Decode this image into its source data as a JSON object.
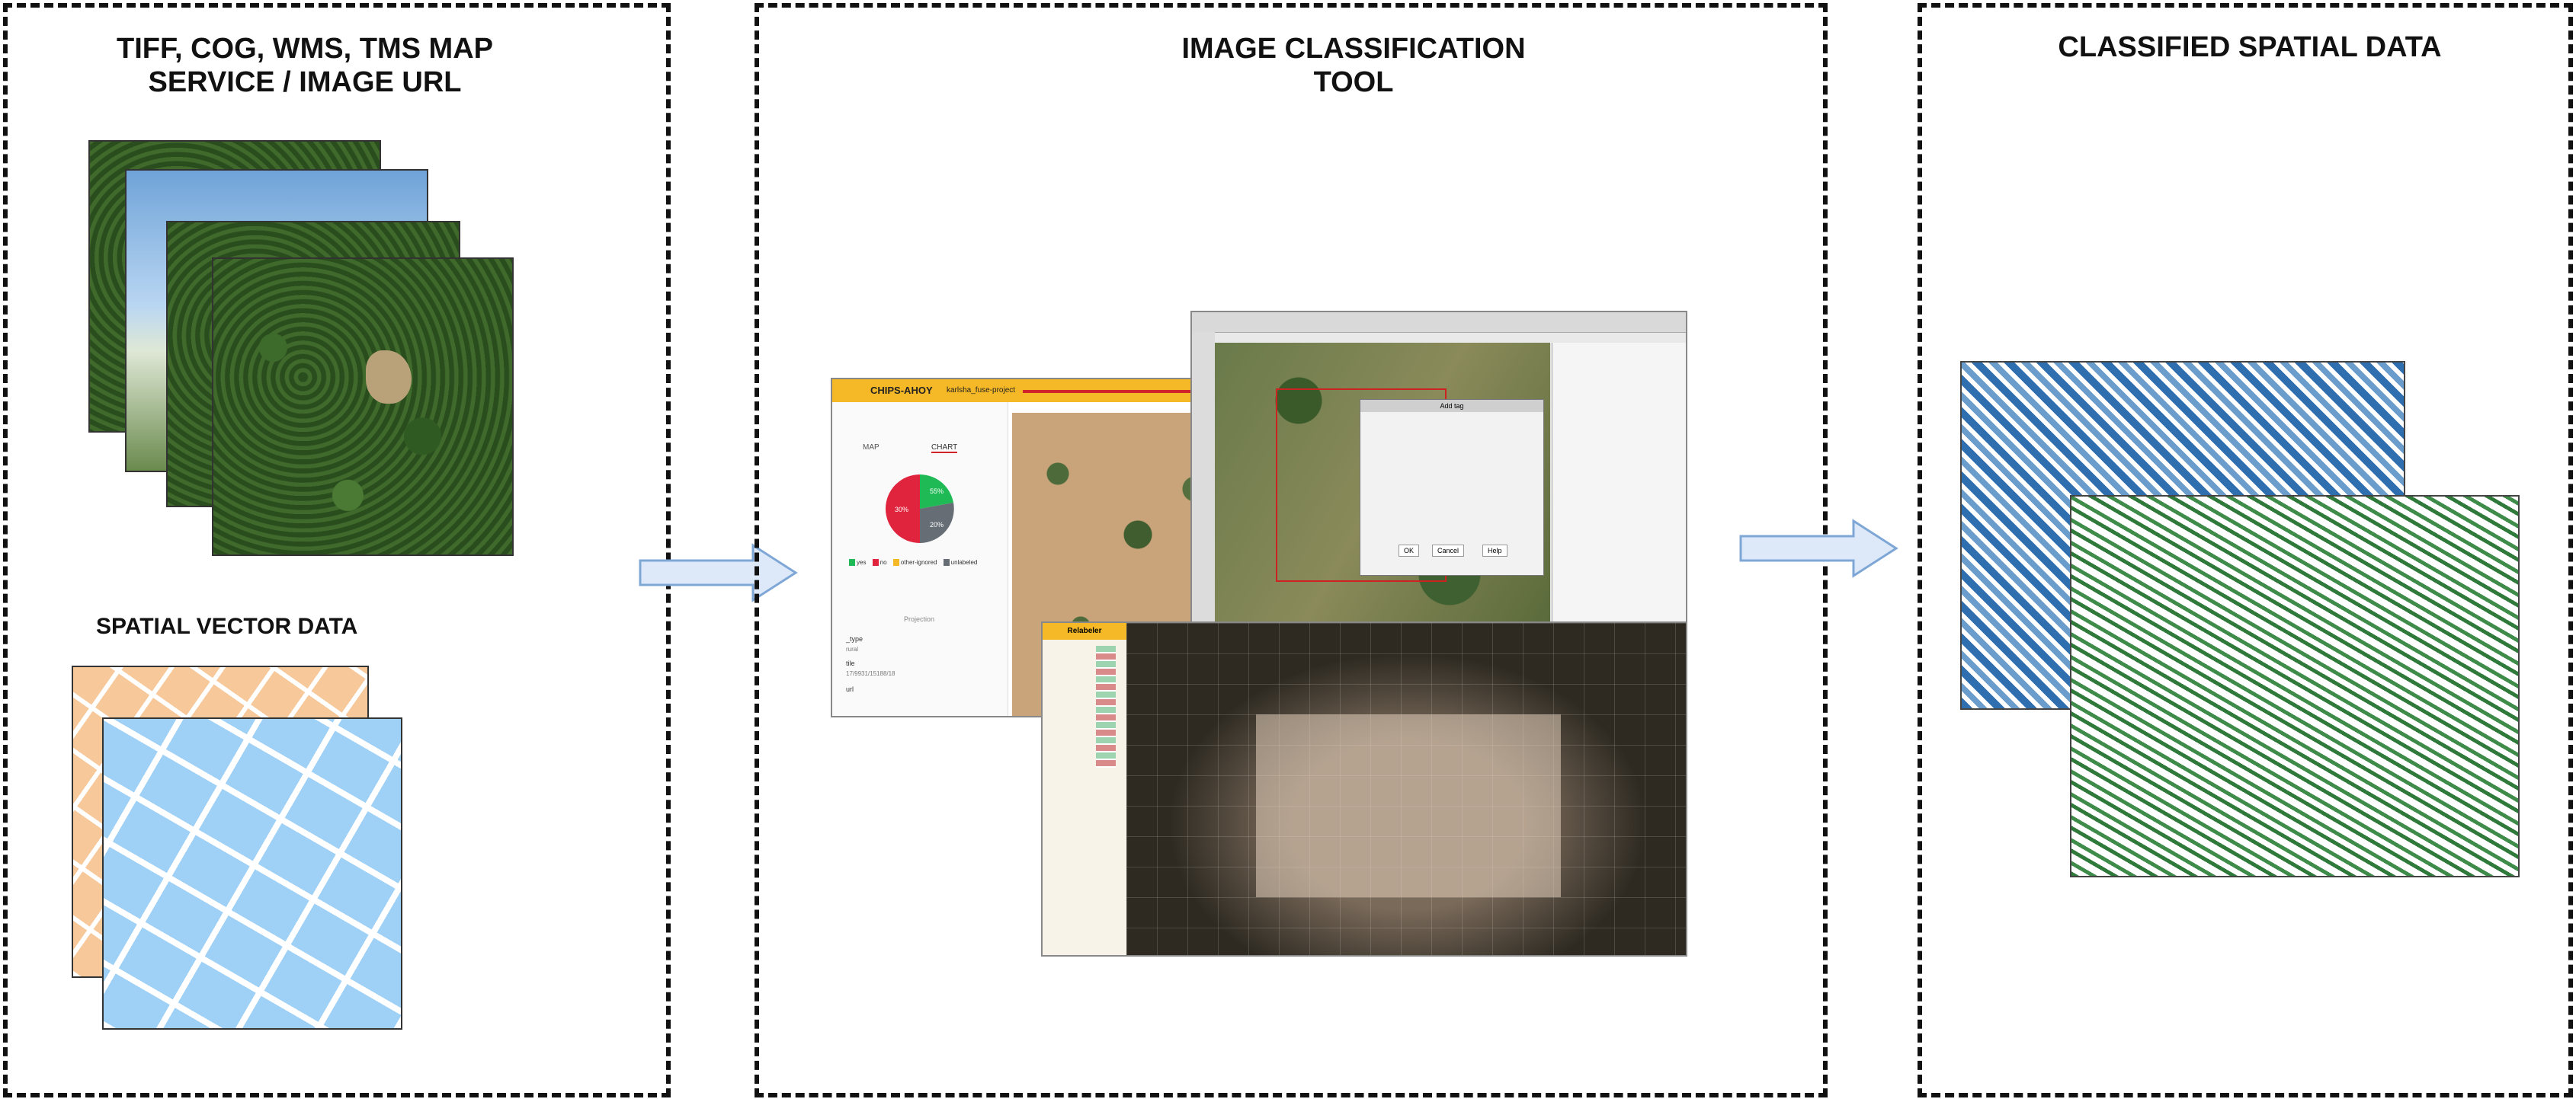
{
  "panels": {
    "input": {
      "title_line1": "TIFF, COG, WMS, TMS MAP",
      "title_line2": "SERVICE / IMAGE URL",
      "subtitle": "SPATIAL VECTOR DATA"
    },
    "tool": {
      "title_line1": "IMAGE CLASSIFICATION",
      "title_line2": "TOOL",
      "app1": {
        "brand": "CHIPS-AHOY",
        "project": "karlsha_fuse-project",
        "tab_map": "MAP",
        "tab_chart": "CHART",
        "pie_values": [
          "55%",
          "30%",
          "20%"
        ],
        "legend": [
          "yes",
          "no",
          "other-ignored",
          "unlabeled"
        ],
        "props_title": "Projection",
        "field_type_label": "_type",
        "field_type_value": "rural",
        "field_tile_label": "tile",
        "field_tile_value": "17/9931/15188/18",
        "field_url_label": "url"
      },
      "app2": {
        "dialog_title": "Add tag",
        "dialog_ok": "OK",
        "dialog_cancel": "Cancel",
        "dialog_help": "Help"
      },
      "app3": {
        "header": "Relabeler"
      }
    },
    "output": {
      "title": "CLASSIFIED SPATIAL DATA"
    }
  },
  "colors": {
    "arrow_fill": "#dde9f8",
    "arrow_stroke": "#7fa7d6",
    "pie_green": "#1fba55",
    "pie_red": "#e0243d",
    "pie_gray": "#666d74",
    "app_header": "#f5b826"
  }
}
